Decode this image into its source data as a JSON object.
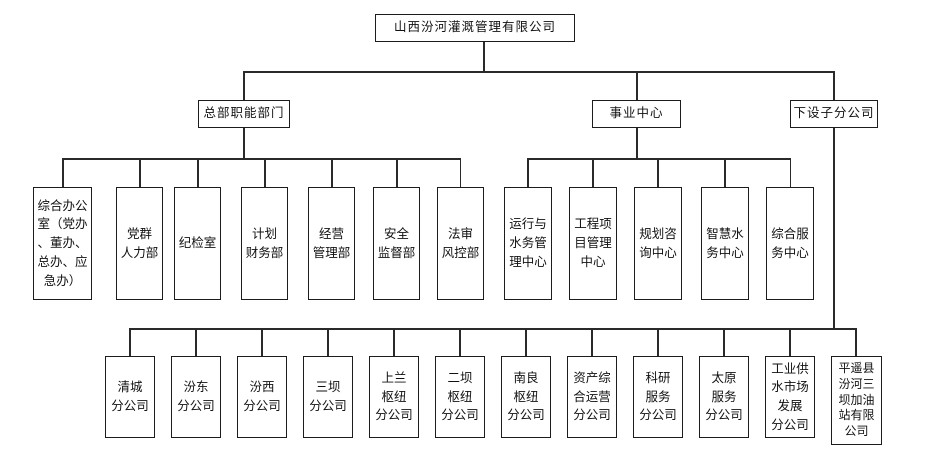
{
  "org": {
    "root": {
      "label": "山西汾河灌溉管理有限公司"
    },
    "branches": [
      {
        "label": "总部职能部门",
        "children": [
          {
            "label": "综合办公\n室（党办\n、董办、\n总办、应\n急办）"
          },
          {
            "label": "党群\n人力部"
          },
          {
            "label": "纪检室"
          },
          {
            "label": "计划\n财务部"
          },
          {
            "label": "经营\n管理部"
          },
          {
            "label": "安全\n监督部"
          },
          {
            "label": "法审\n风控部"
          }
        ]
      },
      {
        "label": "事业中心",
        "children": [
          {
            "label": "运行与\n水务管\n理中心"
          },
          {
            "label": "工程项\n目管理\n中心"
          },
          {
            "label": "规划咨\n询中心"
          },
          {
            "label": "智慧水\n务中心"
          },
          {
            "label": "综合服\n务中心"
          }
        ]
      },
      {
        "label": "下设子分公司",
        "children": [
          {
            "label": "清城\n分公司"
          },
          {
            "label": "汾东\n分公司"
          },
          {
            "label": "汾西\n分公司"
          },
          {
            "label": "三坝\n分公司"
          },
          {
            "label": "上兰\n枢纽\n分公司"
          },
          {
            "label": "二坝\n枢纽\n分公司"
          },
          {
            "label": "南良\n枢纽\n分公司"
          },
          {
            "label": "资产综\n合运营\n分公司"
          },
          {
            "label": "科研\n服务\n分公司"
          },
          {
            "label": "太原\n服务\n分公司"
          },
          {
            "label": "工业供\n水市场\n发展\n分公司"
          },
          {
            "label": "平遥县\n汾河三\n坝加油\n站有限\n公司"
          }
        ]
      }
    ]
  }
}
